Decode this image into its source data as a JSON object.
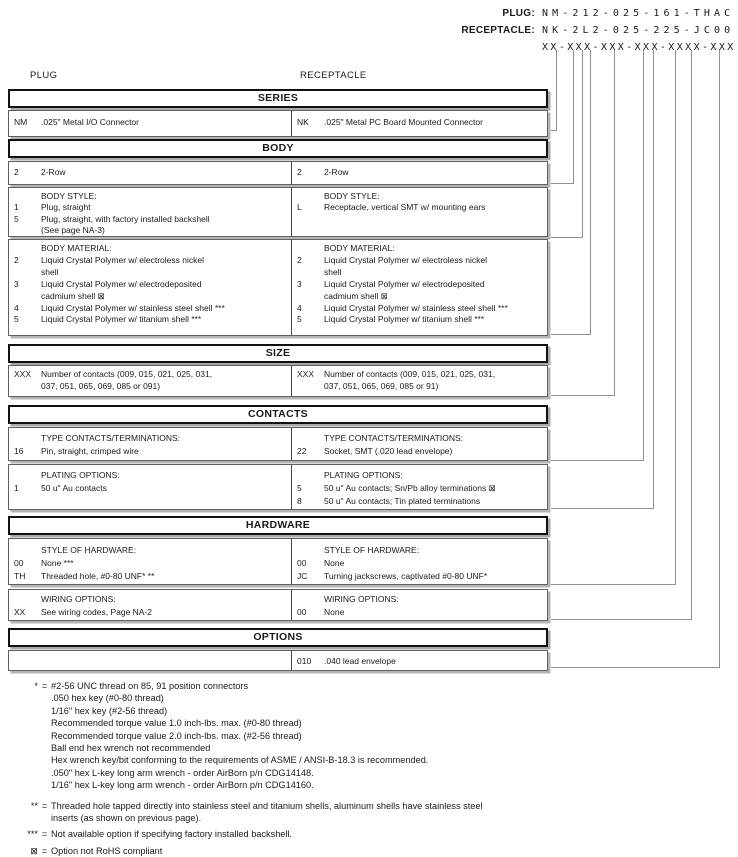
{
  "pn": {
    "plug_label": "PLUG:",
    "plug_value": "NM-212-025-161-THAC",
    "receptacle_label": "RECEPTACLE:",
    "receptacle_value": "NK-2L2-025-225-JC00",
    "mask": "XX-XXX-XXX-XXX-XXXX-XXX"
  },
  "columns": {
    "left": "PLUG",
    "right": "RECEPTACLE"
  },
  "series": {
    "title": "SERIES",
    "plug": [
      {
        "code": "NM",
        "desc": ".025\" Metal I/O Connector"
      }
    ],
    "receptacle": [
      {
        "code": "NK",
        "desc": ".025\" Metal PC Board Mounted Connector"
      }
    ]
  },
  "body": {
    "title": "BODY",
    "row": {
      "plug": {
        "code": "2",
        "desc": "2-Row"
      },
      "receptacle": {
        "code": "2",
        "desc": "2-Row"
      }
    },
    "style": {
      "heading": "BODY STYLE:",
      "plug": [
        {
          "code": "1",
          "desc": "Plug, straight"
        },
        {
          "code": "5",
          "desc": "Plug, straight, with factory installed backshell\n(See page NA-3)"
        }
      ],
      "receptacle": [
        {
          "code": "L",
          "desc": "Receptacle, vertical SMT w/ mounting ears"
        }
      ]
    },
    "material": {
      "heading": "BODY MATERIAL:",
      "plug": [
        {
          "code": "2",
          "desc": "Liquid Crystal Polymer w/ electroless nickel\nshell"
        },
        {
          "code": "3",
          "desc": "Liquid Crystal Polymer w/ electrodeposited\ncadmium shell ⊠"
        },
        {
          "code": "4",
          "desc": "Liquid Crystal Polymer w/ stainless steel shell ***"
        },
        {
          "code": "5",
          "desc": "Liquid Crystal Polymer w/ titanium shell ***"
        }
      ],
      "receptacle": [
        {
          "code": "2",
          "desc": "Liquid Crystal Polymer w/ electroless nickel\nshell"
        },
        {
          "code": "3",
          "desc": "Liquid Crystal Polymer w/ electrodeposited\ncadmium shell ⊠"
        },
        {
          "code": "4",
          "desc": "Liquid Crystal Polymer w/ stainless steel shell ***"
        },
        {
          "code": "5",
          "desc": "Liquid Crystal Polymer w/ titanium shell ***"
        }
      ]
    }
  },
  "size": {
    "title": "SIZE",
    "plug": {
      "code": "XXX",
      "desc": "Number of contacts (009, 015, 021, 025, 031,\n037, 051, 065, 069, 085 or 091)"
    },
    "receptacle": {
      "code": "XXX",
      "desc": "Number of contacts (009, 015, 021, 025, 031,\n037, 051, 065, 069, 085 or 91)"
    }
  },
  "contacts": {
    "title": "CONTACTS",
    "type": {
      "heading": "TYPE CONTACTS/TERMINATIONS:",
      "plug": {
        "code": "16",
        "desc": "Pin, straight, crimped wire"
      },
      "receptacle": {
        "code": "22",
        "desc": "Socket, SMT (.020 lead envelope)"
      }
    },
    "plating": {
      "heading": "PLATING OPTIONS:",
      "plug": [
        {
          "code": "1",
          "desc": "50 u\" Au contacts"
        }
      ],
      "receptacle": [
        {
          "code": "5",
          "desc": "50 u\" Au contacts; Sn/Pb alloy terminations ⊠"
        },
        {
          "code": "8",
          "desc": "50 u\" Au contacts; Tin plated terminations"
        }
      ]
    }
  },
  "hardware": {
    "title": "HARDWARE",
    "style": {
      "heading": "STYLE OF HARDWARE:",
      "plug": [
        {
          "code": "00",
          "desc": "None ***"
        },
        {
          "code": "TH",
          "desc": "Threaded hole, #0-80 UNF*  **"
        }
      ],
      "receptacle": [
        {
          "code": "00",
          "desc": "None"
        },
        {
          "code": "JC",
          "desc": "Turning jackscrews, captivated #0-80 UNF*"
        }
      ]
    },
    "wiring": {
      "heading": "WIRING OPTIONS:",
      "plug": [
        {
          "code": "XX",
          "desc": "See wiring codes, Page NA-2"
        }
      ],
      "receptacle": [
        {
          "code": "00",
          "desc": "None"
        }
      ]
    }
  },
  "options": {
    "title": "OPTIONS",
    "receptacle": [
      {
        "code": "010",
        "desc": ".040 lead envelope"
      }
    ]
  },
  "footnotes": [
    {
      "marker": "*",
      "eq": "=",
      "text": "#2-56 UNC thread on 85, 91 position connectors\n.050 hex key (#0-80 thread)\n1/16\" hex key (#2-56 thread)\nRecommended torque value 1.0 inch-lbs. max. (#0-80 thread)\nRecommended torque value 2.0 inch-lbs. max. (#2-56 thread)\nBall end hex wrench not recommended\nHex wrench key/bit conforming to the requirements of ASME / ANSI-B-18.3 is recommended.\n.050\" hex L-key long arm wrench - order AirBorn p/n CDG14148.\n1/16\" hex L-key long arm wrench - order AirBorn p/n CDG14160."
    },
    {
      "marker": "**",
      "eq": "=",
      "text": "Threaded hole tapped directly into stainless steel and titanium shells, aluminum shells have stainless steel\ninserts (as shown on previous page)."
    },
    {
      "marker": "***",
      "eq": "=",
      "text": "Not available option if specifying factory installed backshell."
    },
    {
      "marker": "⊠",
      "eq": "=",
      "text": "Option not RoHS compliant"
    }
  ]
}
